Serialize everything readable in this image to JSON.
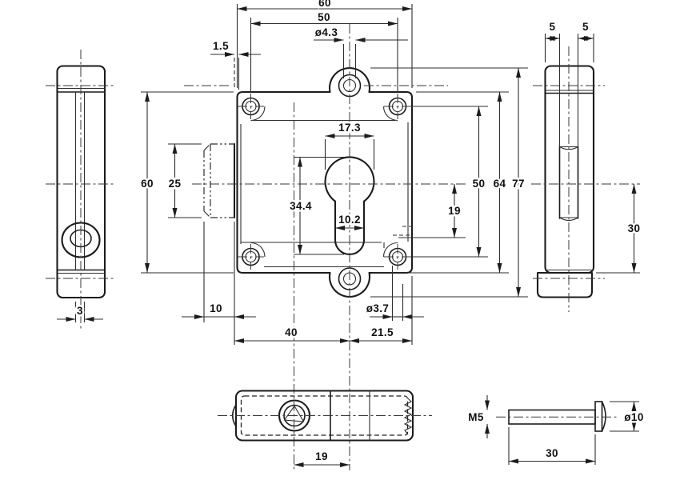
{
  "drawing": {
    "type": "technical-drawing",
    "subject": "rim lock case with bolt, side views, bottom view and fixing screw",
    "units_note": "mm",
    "colors": {
      "line": "#1c1c1c",
      "thin_line": "#2e2e2e",
      "background": "#ffffff"
    }
  },
  "dims": {
    "front_top": {
      "overall_width": "60",
      "hole_spacing_h": "50",
      "tab_hole_dia": "ø4.3",
      "face_offset": "1.5"
    },
    "front_left": {
      "case_height": "60",
      "bolt_height": "25"
    },
    "front_right": {
      "hole_spacing_v": "50",
      "case_height_full": "64",
      "overall_height": "77",
      "follower_offset": "19"
    },
    "front_bottom": {
      "bolt_offset": "10",
      "span_left": "40",
      "span_right": "21.5",
      "corner_hole_dia": "ø3.7"
    },
    "left_view": {
      "bolt_thickness": "3"
    },
    "right_view": {
      "wall_left": "5",
      "wall_right": "5",
      "lower_section_height": "30"
    },
    "bottom_view": {
      "spindle_offset": "19"
    },
    "screw": {
      "thread": "M5",
      "shaft_length": "30",
      "head_dia": "ø10"
    }
  }
}
